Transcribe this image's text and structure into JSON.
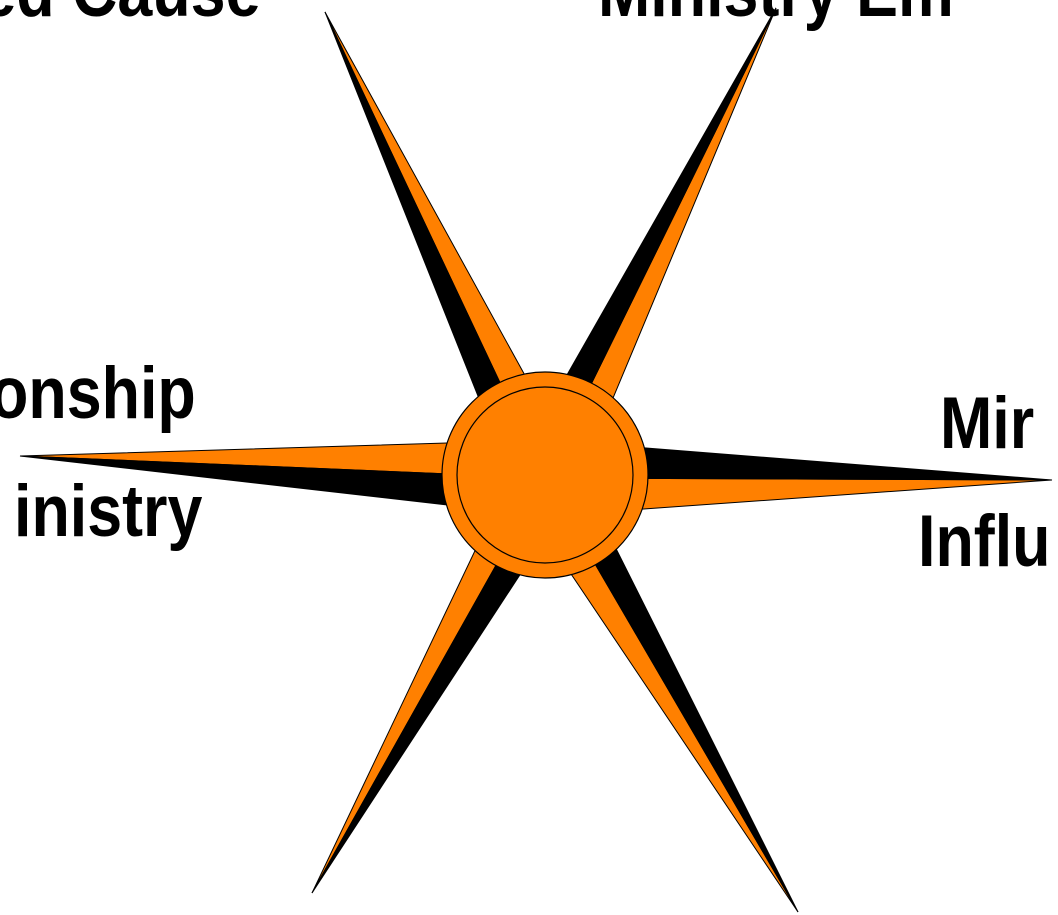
{
  "labels": {
    "top_left": "ared Cause",
    "top_right": "Ministry Em",
    "left_line1": "onship",
    "left_line2": "inistry",
    "right_line1": "Mir",
    "right_line2": "Influ"
  },
  "colors": {
    "orange": "#ff8000",
    "black": "#000000",
    "background": "#ffffff"
  }
}
